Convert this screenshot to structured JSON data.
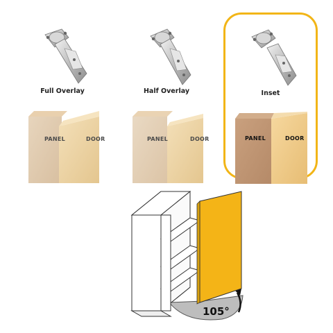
{
  "hinge_options": [
    {
      "label": "Full Overlay",
      "panel_label": "PANEL",
      "door_label": "DOOR",
      "selected": false
    },
    {
      "label": "Half Overlay",
      "panel_label": "PANEL",
      "door_label": "DOOR",
      "selected": false
    },
    {
      "label": "Inset",
      "panel_label": "PANEL",
      "door_label": "DOOR",
      "selected": true
    }
  ],
  "opening_angle_label": "105°",
  "colors": {
    "accent": "#f2b517",
    "door_yellow": "#f4b417",
    "wood_light": "#efd6a8",
    "wood_panel": "#d9b995",
    "metal": "#c8c8c8"
  }
}
